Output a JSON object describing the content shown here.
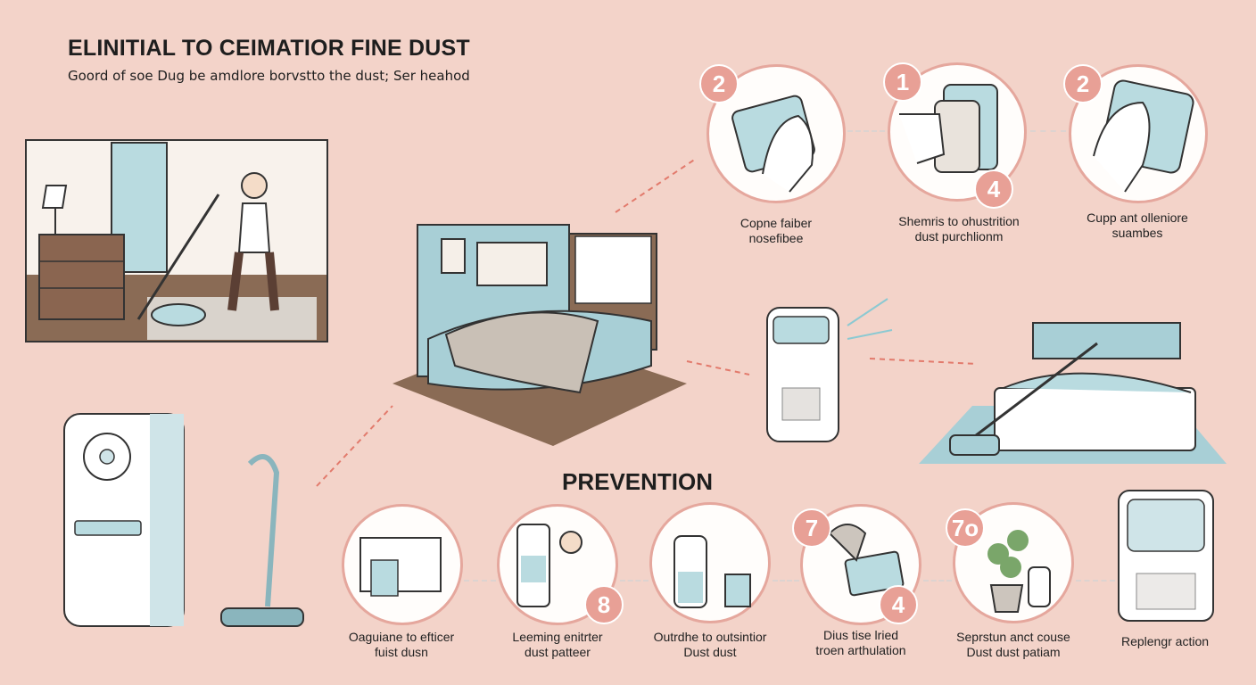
{
  "header": {
    "title": "ELINITIAL TO CEIMATIOR FINE DUST",
    "subtitle": "Goord of soe Dug be amdlore borvstto the dust; Ser heahod"
  },
  "prevention": {
    "title": "PREVENTION"
  },
  "top_steps": [
    {
      "badge": "2",
      "line1": "Copne faiber",
      "line2": "nosefibee"
    },
    {
      "badge": "1",
      "badge2": "4",
      "line1": "Shemris to ohustrition",
      "line2": "dust purchlionm"
    },
    {
      "badge": "2",
      "line1": "Cupp ant olleniore",
      "line2": "suambes"
    }
  ],
  "bottom_steps": [
    {
      "badge": "",
      "line1": "Oaguiane to efticer",
      "line2": "fuist dusn"
    },
    {
      "badge": "8",
      "line1": "Leeming enitrter",
      "line2": "dust patteer"
    },
    {
      "badge": "",
      "line1": "Outrdhe to outsintior",
      "line2": "Dust dust"
    },
    {
      "badge": "7",
      "badge2": "4",
      "line1": "Dius tise lried",
      "line2": "troen arthulation"
    },
    {
      "badge": "7o",
      "line1": "Seprstun anct couse",
      "line2": "Dust dust patiam"
    },
    {
      "badge": "",
      "line1": "Replengr action",
      "line2": ""
    }
  ],
  "colors": {
    "background": "#f3d3c9",
    "accent": "#e8a096",
    "appliance_blue": "#b9dbe0",
    "arrow": "#e27a6c"
  }
}
